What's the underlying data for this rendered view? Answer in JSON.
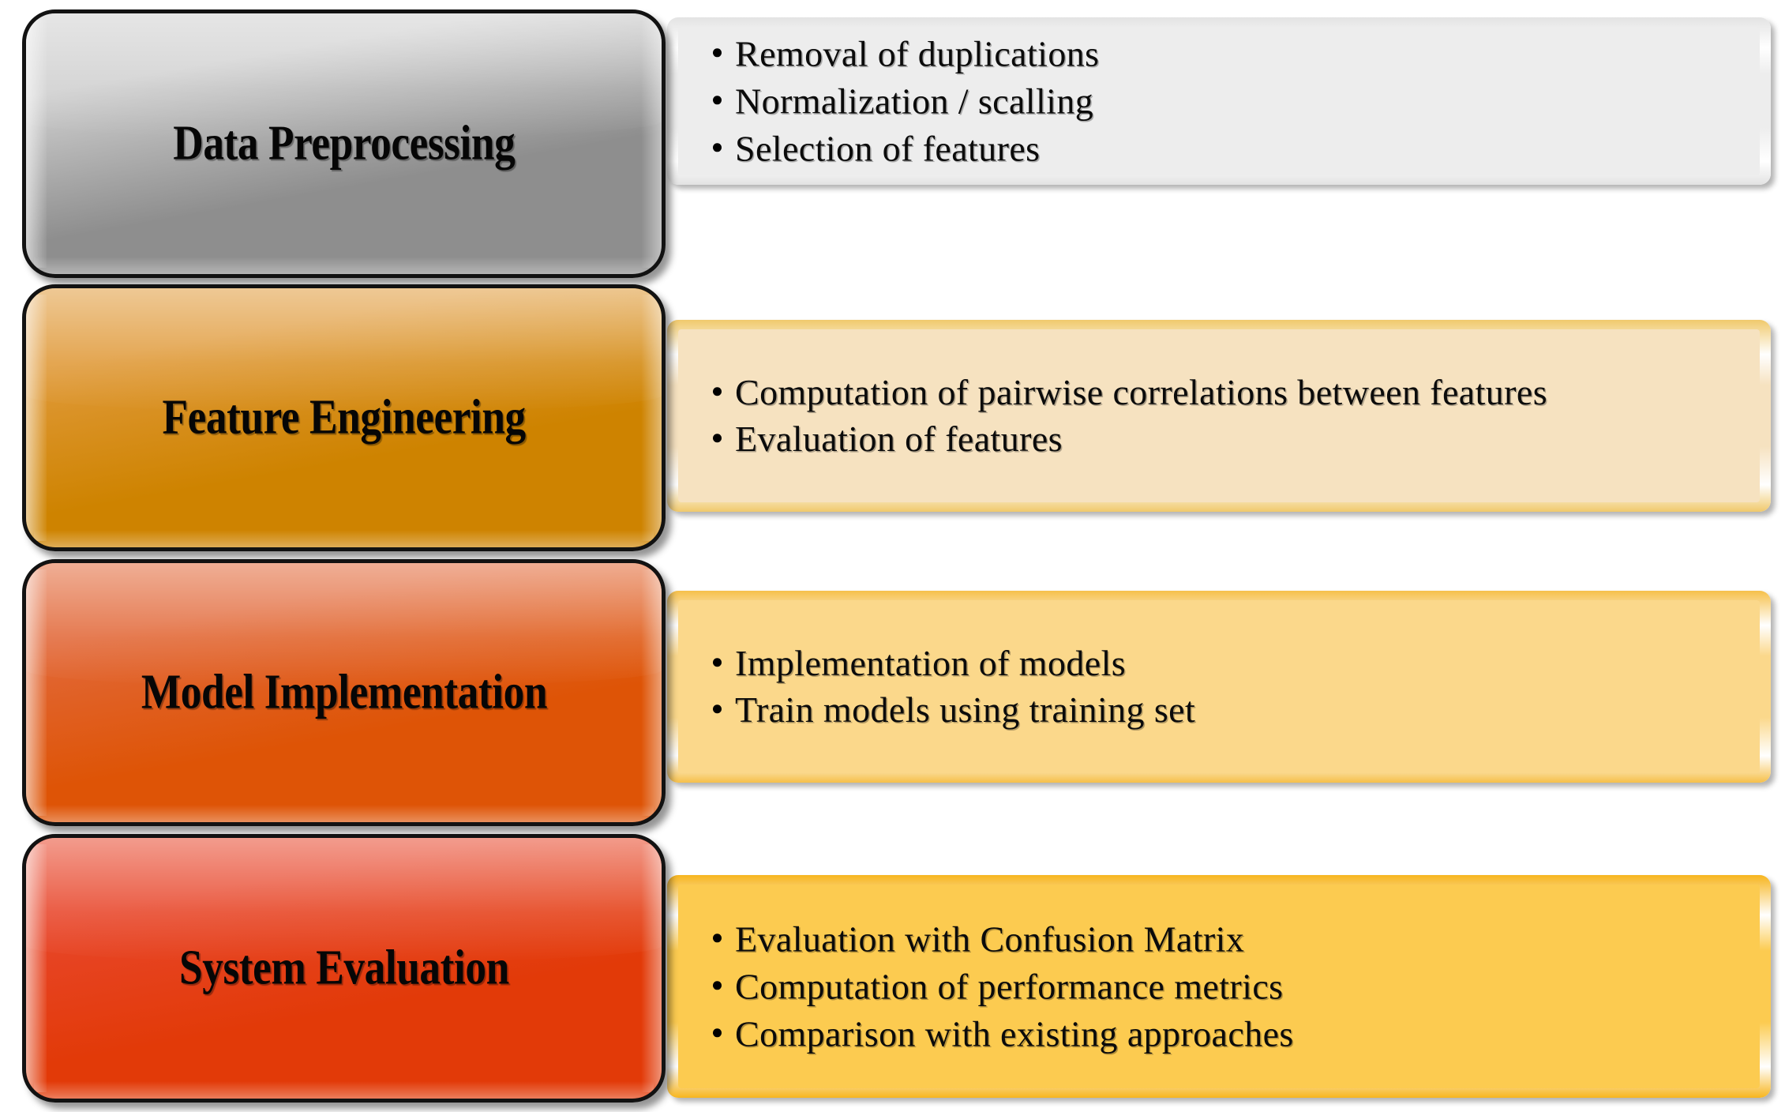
{
  "diagram": {
    "title": "Methodology pipeline flow diagram",
    "type": "four-stage-process",
    "background_color": "#FFFFFF",
    "rows": [
      {
        "stage_label": "Data Preprocessing",
        "stage_fill_top": "#D0D0D0",
        "stage_fill_bottom": "#8E8E8E",
        "stage_border_color": "#121212",
        "panel_fill": "#EDEDED",
        "panel_border": "#E3E3E3",
        "bullets": [
          "Removal of duplications",
          "Normalization / scalling",
          "Selection of features"
        ]
      },
      {
        "stage_label": "Feature Engineering",
        "stage_fill_top": "#E09A3A",
        "stage_fill_bottom": "#CE8300",
        "stage_border_color": "#121212",
        "panel_fill": "#F6E2C0",
        "panel_border": "#F0C96C",
        "bullets": [
          "Computation of pairwise correlations between features",
          "Evaluation of features"
        ]
      },
      {
        "stage_label": "Model Implementation",
        "stage_fill_top": "#E2693A",
        "stage_fill_bottom": "#DE5406",
        "stage_border_color": "#121212",
        "panel_fill": "#FBD88B",
        "panel_border": "#F6C04A",
        "bullets": [
          "Implementation of models",
          "Train models using training set"
        ]
      },
      {
        "stage_label": "System Evaluation",
        "stage_fill_top": "#E8472C",
        "stage_fill_bottom": "#E23A08",
        "stage_border_color": "#121212",
        "panel_fill": "#FCCB50",
        "panel_border": "#F7B51E",
        "bullets": [
          "Evaluation with Confusion Matrix",
          "Computation of performance metrics",
          "Comparison with existing approaches"
        ]
      }
    ]
  }
}
